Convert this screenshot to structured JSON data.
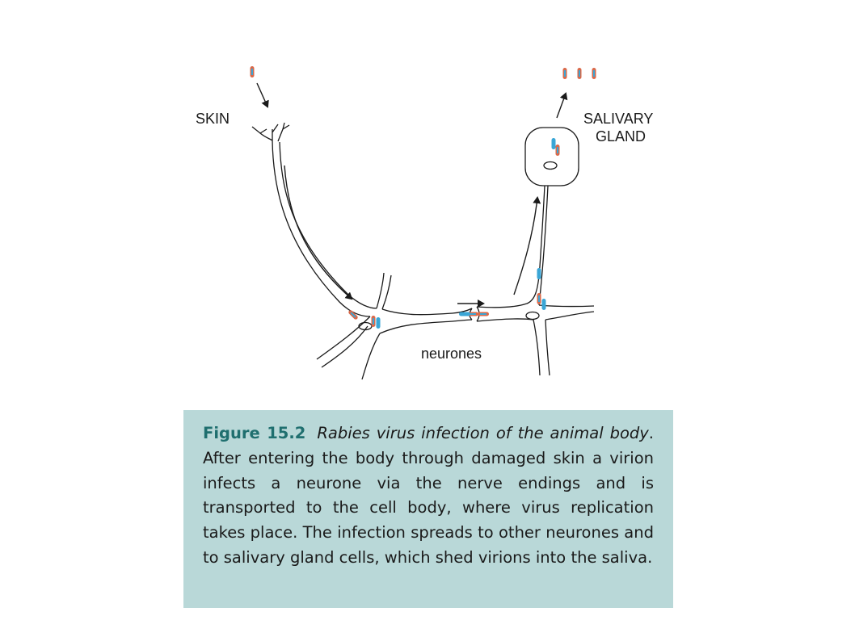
{
  "diagram": {
    "labels": {
      "skin": "SKIN",
      "salivary_line1": "SALIVARY",
      "salivary_line2": "GLAND",
      "neurones": "neurones"
    },
    "colors": {
      "virion_orange": "#d9694a",
      "virion_blue": "#3aa6d6",
      "line": "#1a1a1a",
      "caption_bg": "#b9d8d8",
      "figure_label": "#1f6f6f"
    }
  },
  "caption": {
    "figure_label": "Figure 15.2",
    "title": "Rabies virus infection of the animal body",
    "title_end": ".",
    "body": "After entering the body through damaged skin a virion infects a neurone via the nerve endings and is transported to the cell body, where virus replication takes place. The infection spreads to other neurones and to salivary gland cells, which shed virions into the saliva."
  }
}
